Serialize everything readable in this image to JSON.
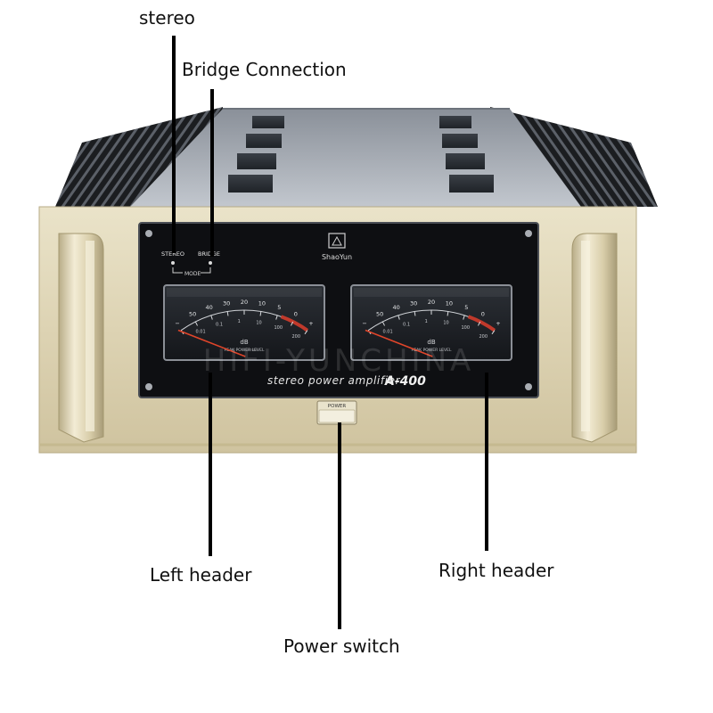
{
  "panel": {
    "mode_left": "STEREO",
    "mode_right": "BRIDGE",
    "mode_caption": "MODE",
    "brand": "ShaoYun",
    "model_line": "stereo power amplifier",
    "model_number": "A-400",
    "power_button_label": "POWER",
    "watermark": "HIFI-YUNCHINA"
  },
  "meter": {
    "scale_top": [
      "−",
      "50",
      "40",
      "30",
      "20",
      "10",
      "5",
      "0",
      "+"
    ],
    "scale_bottom": [
      "0.01",
      "0.1",
      "1",
      "10",
      "100",
      "200"
    ],
    "unit": "dB",
    "caption": "PEAK POWER LEVEL",
    "needle_color": "#e0452a",
    "red_zone_color": "#c0392b"
  },
  "callouts": {
    "stereo": "stereo",
    "bridge": "Bridge Connection",
    "left_header": "Left header",
    "right_header": "Right header",
    "power_switch": "Power switch"
  },
  "colors": {
    "faceplate": "#ddd3b3",
    "handle": "#e6ddc0",
    "display": "#0e0f12",
    "chassis_top": "#9ea4ae"
  }
}
